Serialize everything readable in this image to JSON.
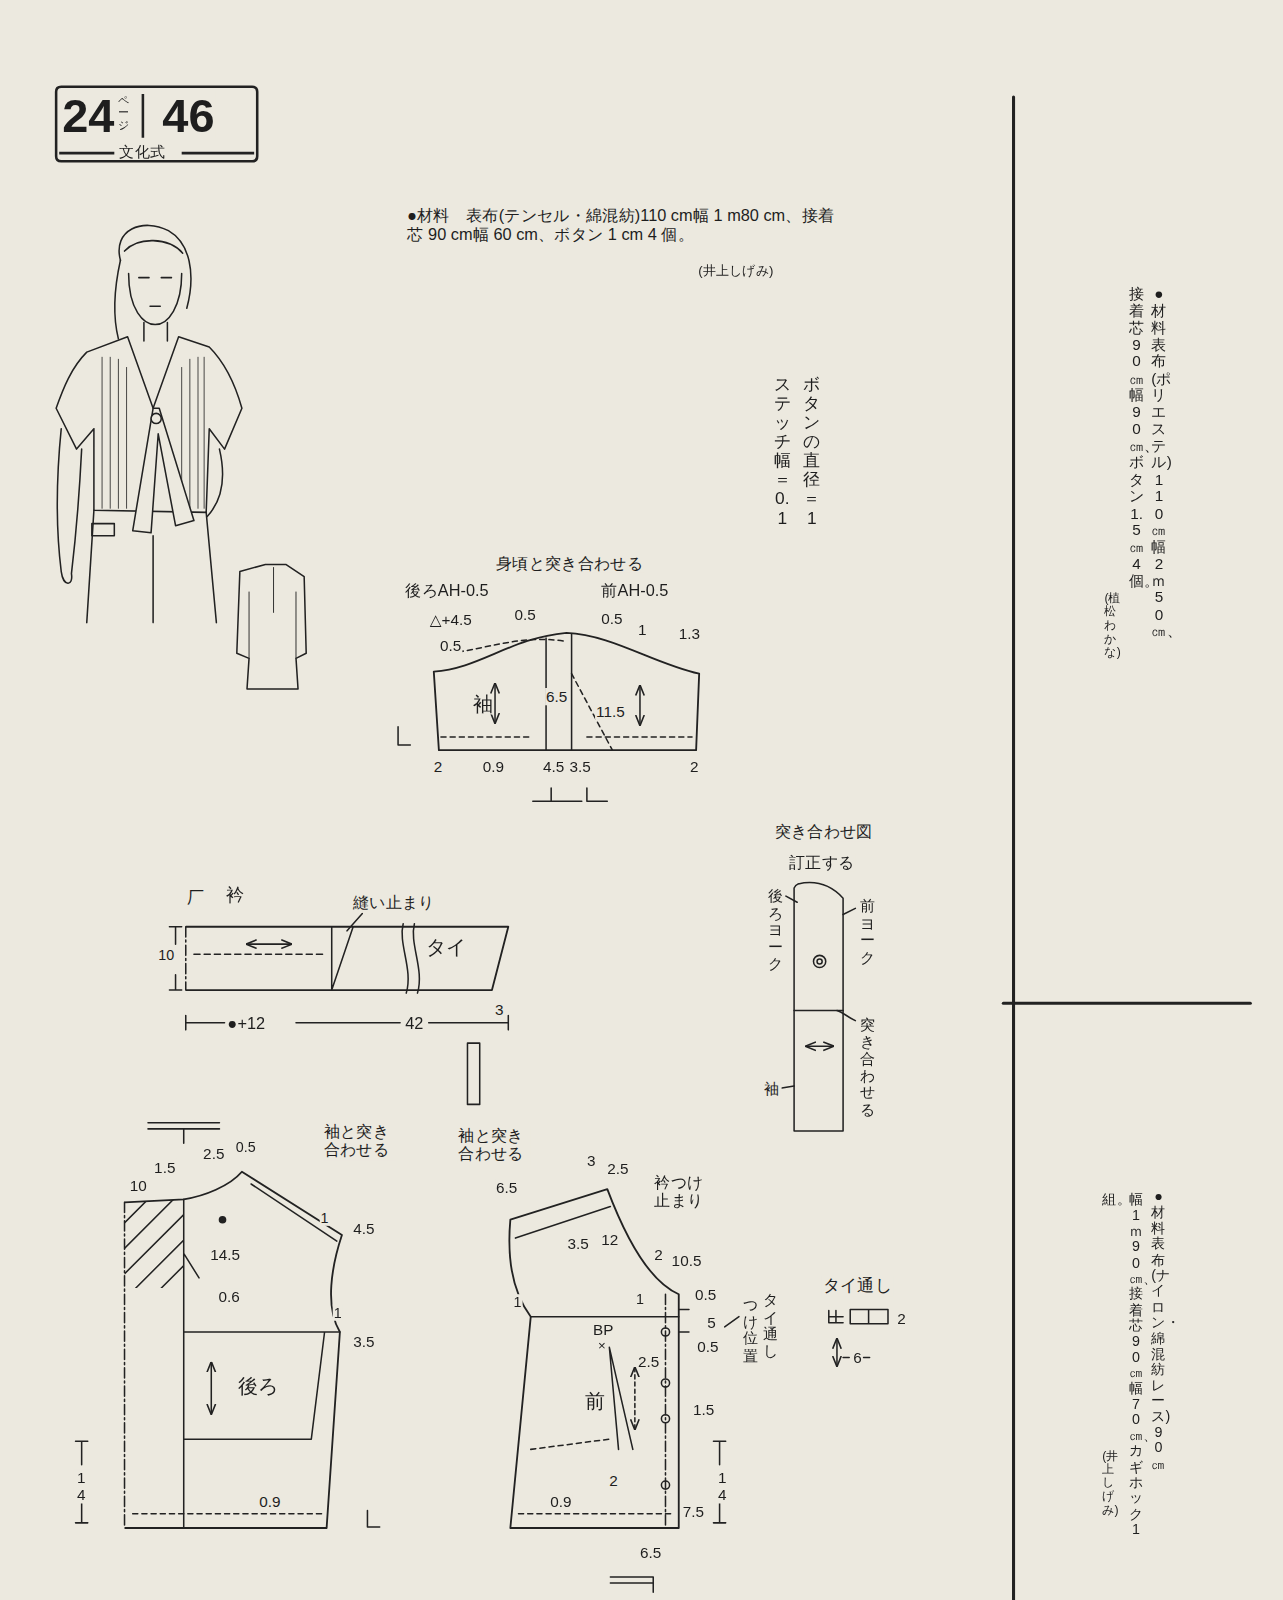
{
  "diagram": {
    "nodes": [
      {
        "text": [
          "24",
          "ページ",
          "46",
          "文化式"
        ]
      },
      {
        "text": [
          "袖"
        ]
      },
      {
        "text": [
          "衿",
          "タイ"
        ]
      },
      {
        "text": [
          "後ろ"
        ]
      },
      {
        "text": [
          "前"
        ]
      }
    ],
    "labels": [
      "●材料　表布(テンセル・綿混紡)110 cm幅 1 m80 cm、接着芯 90 cm幅 60 cm、ボタン 1 cm 4 個。",
      "(井上しげみ)",
      "ボタンの直径＝1",
      "ステッチ幅＝0.1",
      "身頃と突き合わせる",
      "後ろAH-0.5",
      "前AH-0.5",
      "△+4.5",
      "0.5",
      "0.5",
      "1",
      "1.3",
      "0.5",
      "6.5",
      "11.5",
      "2",
      "0.9",
      "4.5",
      "3.5",
      "2",
      "厂",
      "縫い止まり",
      "10",
      "3",
      "●+12",
      "42",
      "突き合わせ図",
      "訂正する",
      "後ろヨーク",
      "前ヨーク",
      "突き合わせる",
      "袖",
      "袖と突き 合わせる",
      "1.5",
      "2.5",
      "0.5",
      "10",
      "1",
      "4.5",
      "14.5",
      "0.6",
      "1",
      "3.5",
      "14",
      "0.9",
      "袖と突き 合わせる",
      "6.5",
      "3",
      "2.5",
      "衿つけ 止まり",
      "3.5",
      "12",
      "2",
      "10.5",
      "1",
      "1",
      "0.5",
      "5",
      "0.5",
      "タイ通し",
      "つけ位置",
      "BP",
      "×",
      "2.5",
      "1.5",
      "2",
      "14",
      "0.9",
      "7.5",
      "6.5",
      "タイ通し",
      "2",
      "6",
      "●材料　表布(ポリエステル)110㎝幅2ｍ50㎝、",
      "接着芯90㎝幅90㎝、ボタン1.5㎝4個。",
      "(植松わかな)",
      "●材料　表布(ナイロン・綿混紡レース)90㎝",
      "幅1ｍ90㎝、接着芯90㎝幅70㎝、カギホック1",
      "組。",
      "(井上しげみ)"
    ]
  }
}
